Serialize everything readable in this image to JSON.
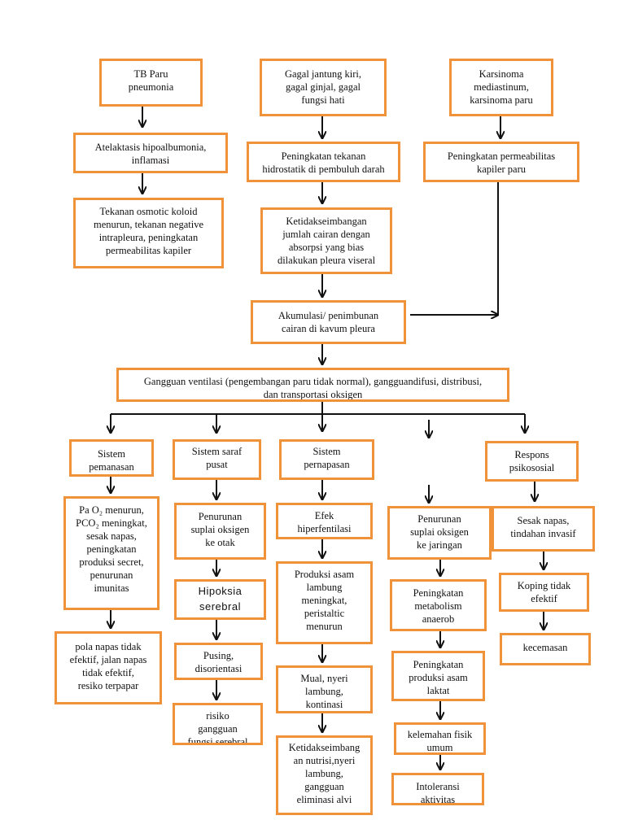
{
  "nodes": {
    "tb_paru": "TB Paru\npneumonia",
    "gagal_jantung": "Gagal jantung kiri,\ngagal ginjal, gagal\nfungsi hati",
    "karsinoma": "Karsinoma\nmediastinum,\nkarsinoma paru",
    "atelaktasis": "Atelaktasis hipoalbumonia,\ninflamasi",
    "peningkatan_tekanan": "Peningkatan tekanan\nhidrostatik di pembuluh darah",
    "peningkatan_permeabilitas": "Peningkatan permeabilitas\nkapiler paru",
    "tekanan_osmotic": "Tekanan osmotic koloid\nmenurun, tekanan negative\nintrapleura, peningkatan\npermeabilitas kapiler",
    "ketidakseimbangan_jumlah": "Ketidakseimbangan\njumlah cairan dengan\nabsorpsi yang bias\ndilakukan pleura viseral",
    "akumulasi": "Akumulasi/ penimbunan\ncairan di kavum pleura",
    "gangguan_ventilasi": "Gangguan ventilasi (pengembangan paru tidak normal), gangguandifusi, distribusi,\ndan transportasi oksigen",
    "sistem_pemanasan": "Sistem\npemanasan",
    "sistem_saraf": "Sistem saraf\npusat",
    "sistem_pernapasan": "Sistem\npernapasan",
    "respons_psikososial": "Respons\npsikososial",
    "pao2_menurun": "Pa O₂ menurun,\nPCO₂ meningkat,\nsesak napas,\npeningkatan\nproduksi secret,\npenurunan\nimunitas",
    "pola_napas": "pola napas tidak\nefektif, jalan napas\ntidak efektif,\nresiko terpapar",
    "penurunan_suplai_otak": "Penurunan\nsuplai oksigen\nke otak",
    "hipoksia_serebral": "Hipoksia\nserebral",
    "pusing": "Pusing,\ndisorientasi",
    "risiko_gangguan": "risiko\ngangguan\nfungsi serebral",
    "efek_hiperfentilasi": "Efek\nhiperfentilasi",
    "produksi_asam_lambung": "Produksi asam\nlambung\nmeningkat,\nperistaltic\nmenurun",
    "mual_nyeri": "Mual, nyeri\nlambung,\nkontinasi",
    "ketidakseimbangan_nutrisi": "Ketidakseimbang\nan nutrisi,nyeri\nlambung,\ngangguan\neliminasi alvi",
    "penurunan_suplai_jaringan": "Penurunan\nsuplai oksigen\nke jaringan",
    "peningkatan_metabolisme": "Peningkatan\nmetabolism\nanaerob",
    "peningkatan_asam_laktat": "Peningkatan\nproduksi asam\nlaktat",
    "kelemahan_fisik": "kelemahan fisik\numum",
    "intoleransi": "Intoleransi\naktivitas",
    "sesak_napas": "Sesak napas,\ntindahan invasif",
    "koping": "Koping tidak\nefektif",
    "kecemasan": "kecemasan"
  },
  "colors": {
    "border": "#f0923a",
    "line": "#111111"
  }
}
